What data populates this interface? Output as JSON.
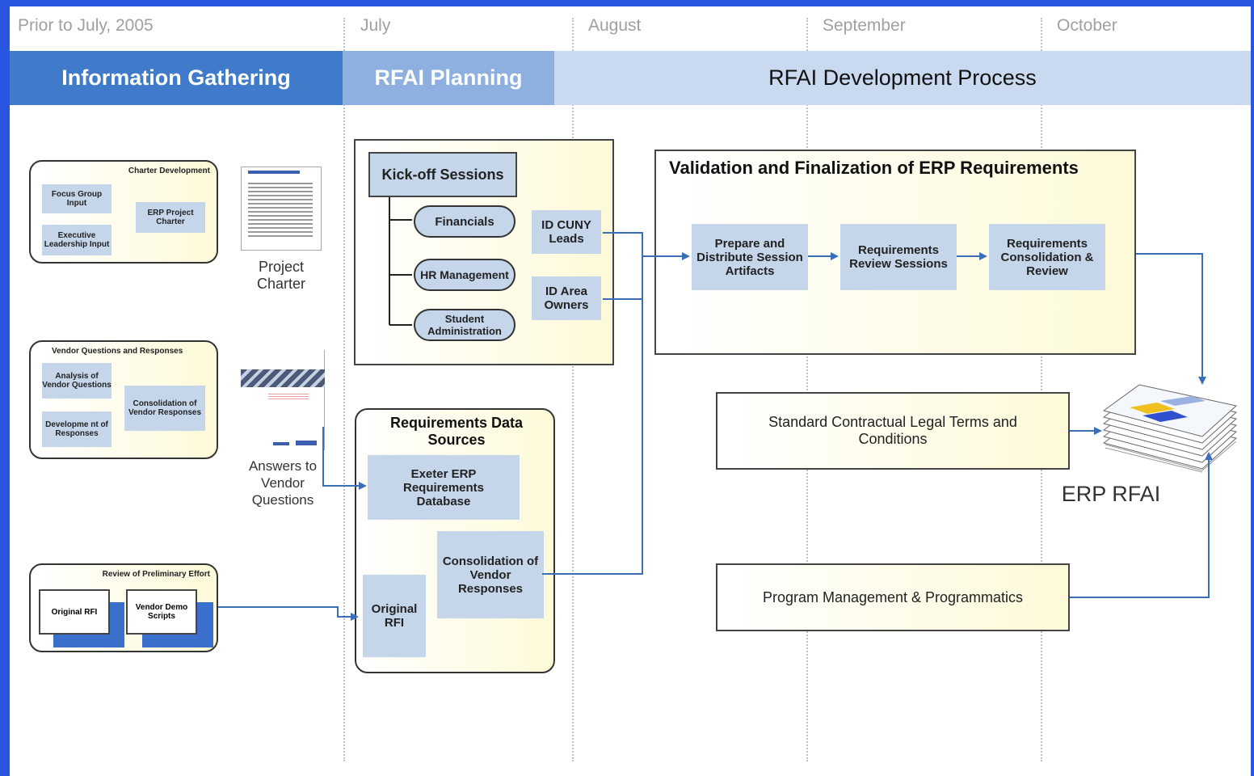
{
  "timeline": {
    "months": [
      "Prior to July, 2005",
      "July",
      "August",
      "September",
      "October"
    ]
  },
  "phases": {
    "information_gathering": "Information Gathering",
    "rfai_planning": "RFAI Planning",
    "rfai_development": "RFAI Development Process"
  },
  "charter": {
    "title": "Charter Development",
    "focus": "Focus Group Input",
    "executive": "Executive Leadership Input",
    "erp_charter": "ERP Project Charter",
    "doc_caption": "Project Charter"
  },
  "vendor": {
    "title": "Vendor Questions and Responses",
    "analysis": "Analysis of Vendor Questions",
    "development": "Developme nt of Responses",
    "consolidation": "Consolidation of Vendor Responses",
    "doc_caption": "Answers to Vendor Questions"
  },
  "preliminary": {
    "title": "Review of Preliminary Effort",
    "original_rfi": "Original RFI",
    "vendor_demo": "Vendor Demo Scripts"
  },
  "kickoff": {
    "title": "Kick-off Sessions",
    "financials": "Financials",
    "hr": "HR Management",
    "student": "Student Administration",
    "id_cuny": "ID CUNY Leads",
    "id_area": "ID Area Owners"
  },
  "req_sources": {
    "title": "Requirements Data Sources",
    "exeter": "Exeter ERP Requirements Database",
    "consolidation": "Consolidation of Vendor Responses",
    "original_rfi": "Original RFI"
  },
  "validation": {
    "title": "Validation and Finalization of ERP Requirements",
    "prepare": "Prepare and Distribute Session Artifacts",
    "review": "Requirements Review Sessions",
    "consolidation": "Requirements Consolidation & Review"
  },
  "standard_terms": "Standard Contractual Legal Terms and Conditions",
  "program_mgmt": "Program Management & Programmatics",
  "output": "ERP RFAI",
  "colors": {
    "phase_dark": "#3f7acb",
    "phase_mid": "#8db0e0",
    "phase_light": "#c9d9ef",
    "box_blue": "#c5d6eb",
    "yellow": "#fdfad8",
    "arrow": "#3a6fb8"
  }
}
